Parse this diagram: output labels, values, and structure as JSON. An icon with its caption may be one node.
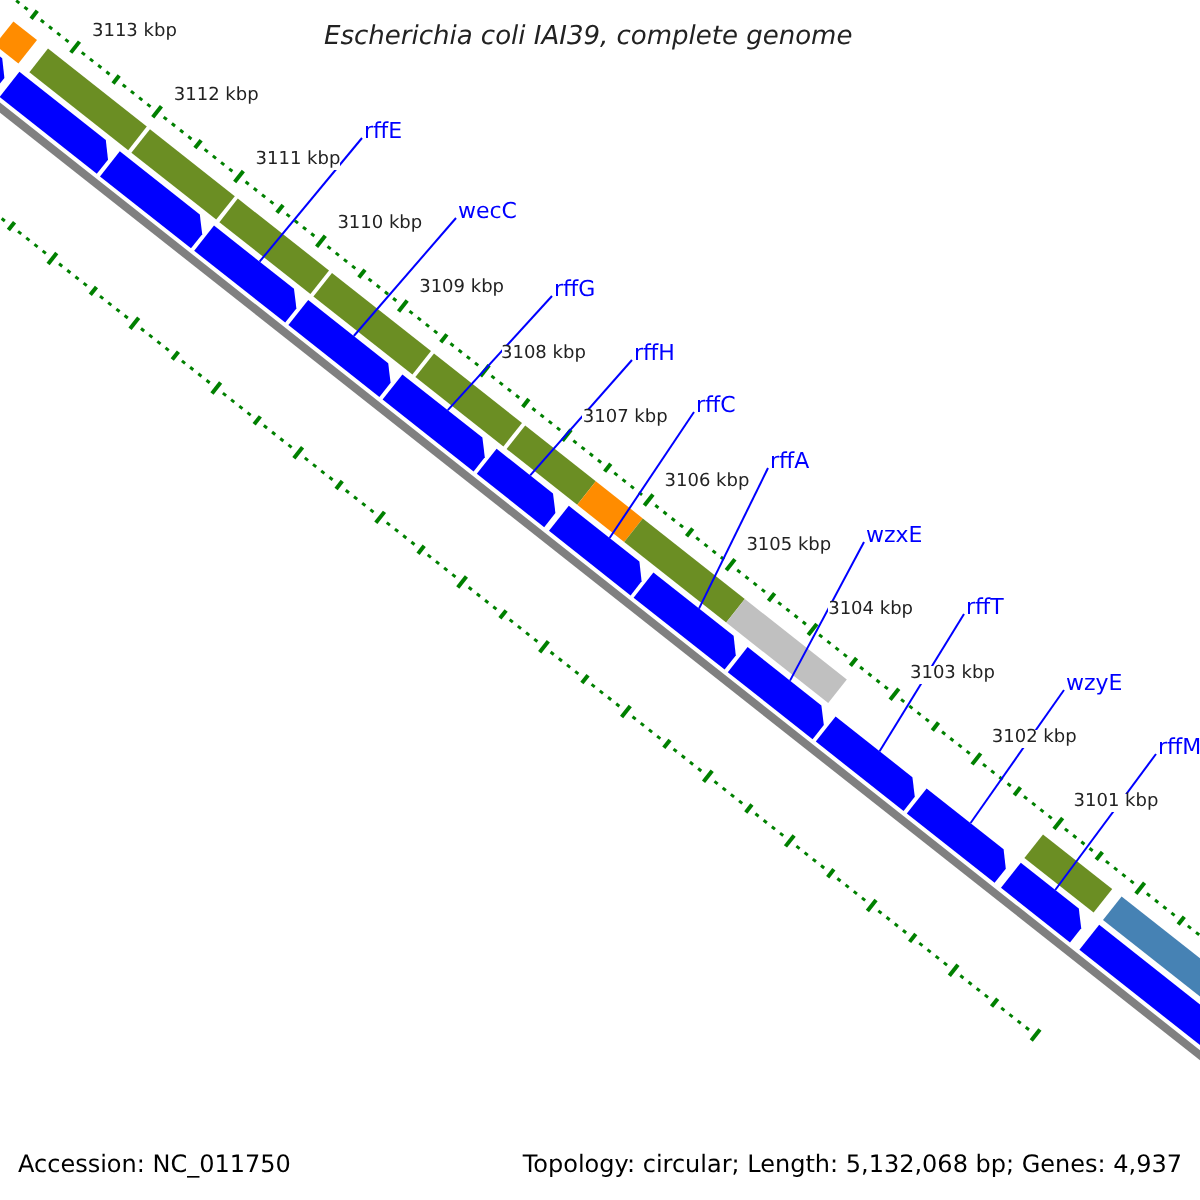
{
  "diagram": {
    "title": "Escherichia coli IAI39, complete genome",
    "nodes": [
      {
        "text": [
          "rffE"
        ]
      },
      {
        "text": [
          "wecC"
        ]
      },
      {
        "text": [
          "rffG"
        ]
      },
      {
        "text": [
          "rffH"
        ]
      },
      {
        "text": [
          "rffC"
        ]
      },
      {
        "text": [
          "rffA"
        ]
      },
      {
        "text": [
          "wzxE"
        ]
      },
      {
        "text": [
          "rffT"
        ]
      },
      {
        "text": [
          "wzyE"
        ]
      },
      {
        "text": [
          "rffM"
        ]
      },
      {
        "text": [],
        "shape": "bar"
      },
      {
        "text": [],
        "shape": "bar"
      },
      {
        "text": [],
        "shape": "bar"
      },
      {
        "text": [],
        "shape": "bar"
      },
      {
        "text": [],
        "shape": "bar"
      },
      {
        "text": [],
        "shape": "bar"
      },
      {
        "text": [],
        "shape": "bar"
      },
      {
        "text": [],
        "shape": "bar"
      },
      {
        "text": [],
        "shape": "bar"
      },
      {
        "text": [],
        "shape": "bar"
      },
      {
        "text": [],
        "shape": "bar"
      },
      {
        "text": [],
        "shape": "bar"
      },
      {
        "text": [],
        "shape": "bar"
      },
      {
        "text": [],
        "shape": "bar"
      }
    ],
    "edges": [
      {
        "from": 0,
        "to": 13,
        "arrow": "none"
      },
      {
        "from": 1,
        "to": 14,
        "arrow": "none"
      },
      {
        "from": 2,
        "to": 15,
        "arrow": "none"
      },
      {
        "from": 3,
        "to": 16,
        "arrow": "none"
      },
      {
        "from": 4,
        "to": 17,
        "arrow": "none"
      },
      {
        "from": 5,
        "to": 18,
        "arrow": "none"
      },
      {
        "from": 6,
        "to": 19,
        "arrow": "none"
      },
      {
        "from": 7,
        "to": 20,
        "arrow": "none"
      },
      {
        "from": 8,
        "to": 21,
        "arrow": "none"
      },
      {
        "from": 9,
        "to": 22,
        "arrow": "none"
      }
    ],
    "labels": [
      "3113 kbp",
      "3112 kbp",
      "3111 kbp",
      "3110 kbp",
      "3109 kbp",
      "3108 kbp",
      "3107 kbp",
      "3106 kbp",
      "3105 kbp",
      "3104 kbp",
      "3103 kbp",
      "3102 kbp",
      "3101 kbp",
      "Accession: NC_011750",
      "Topology: circular; Length: 5,132,068 bp; Genes: 4,937"
    ]
  }
}
